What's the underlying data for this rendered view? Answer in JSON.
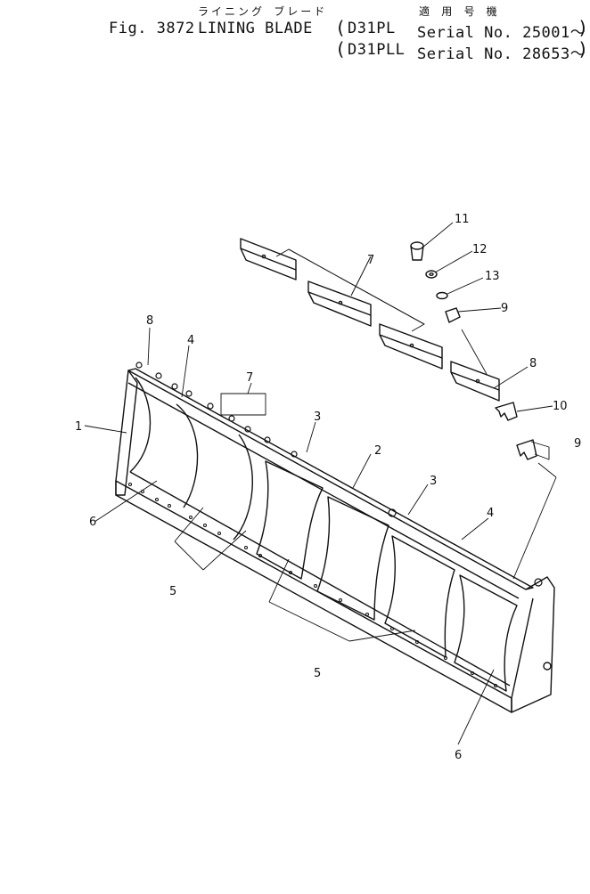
{
  "header": {
    "jp_title": "ライニング ブレード",
    "jp_applicable": "適 用 号 機",
    "figure": "Fig. 3872",
    "title": "LINING BLADE",
    "model_1": "D31PL",
    "serial_1": "Serial No. 25001～",
    "model_2": "D31PLL",
    "serial_2": "Serial No. 28653～"
  },
  "callouts": [
    "1",
    "2",
    "3",
    "3",
    "4",
    "4",
    "5",
    "5",
    "6",
    "6",
    "7",
    "7",
    "8",
    "8",
    "9",
    "9",
    "10",
    "11",
    "12",
    "13"
  ]
}
